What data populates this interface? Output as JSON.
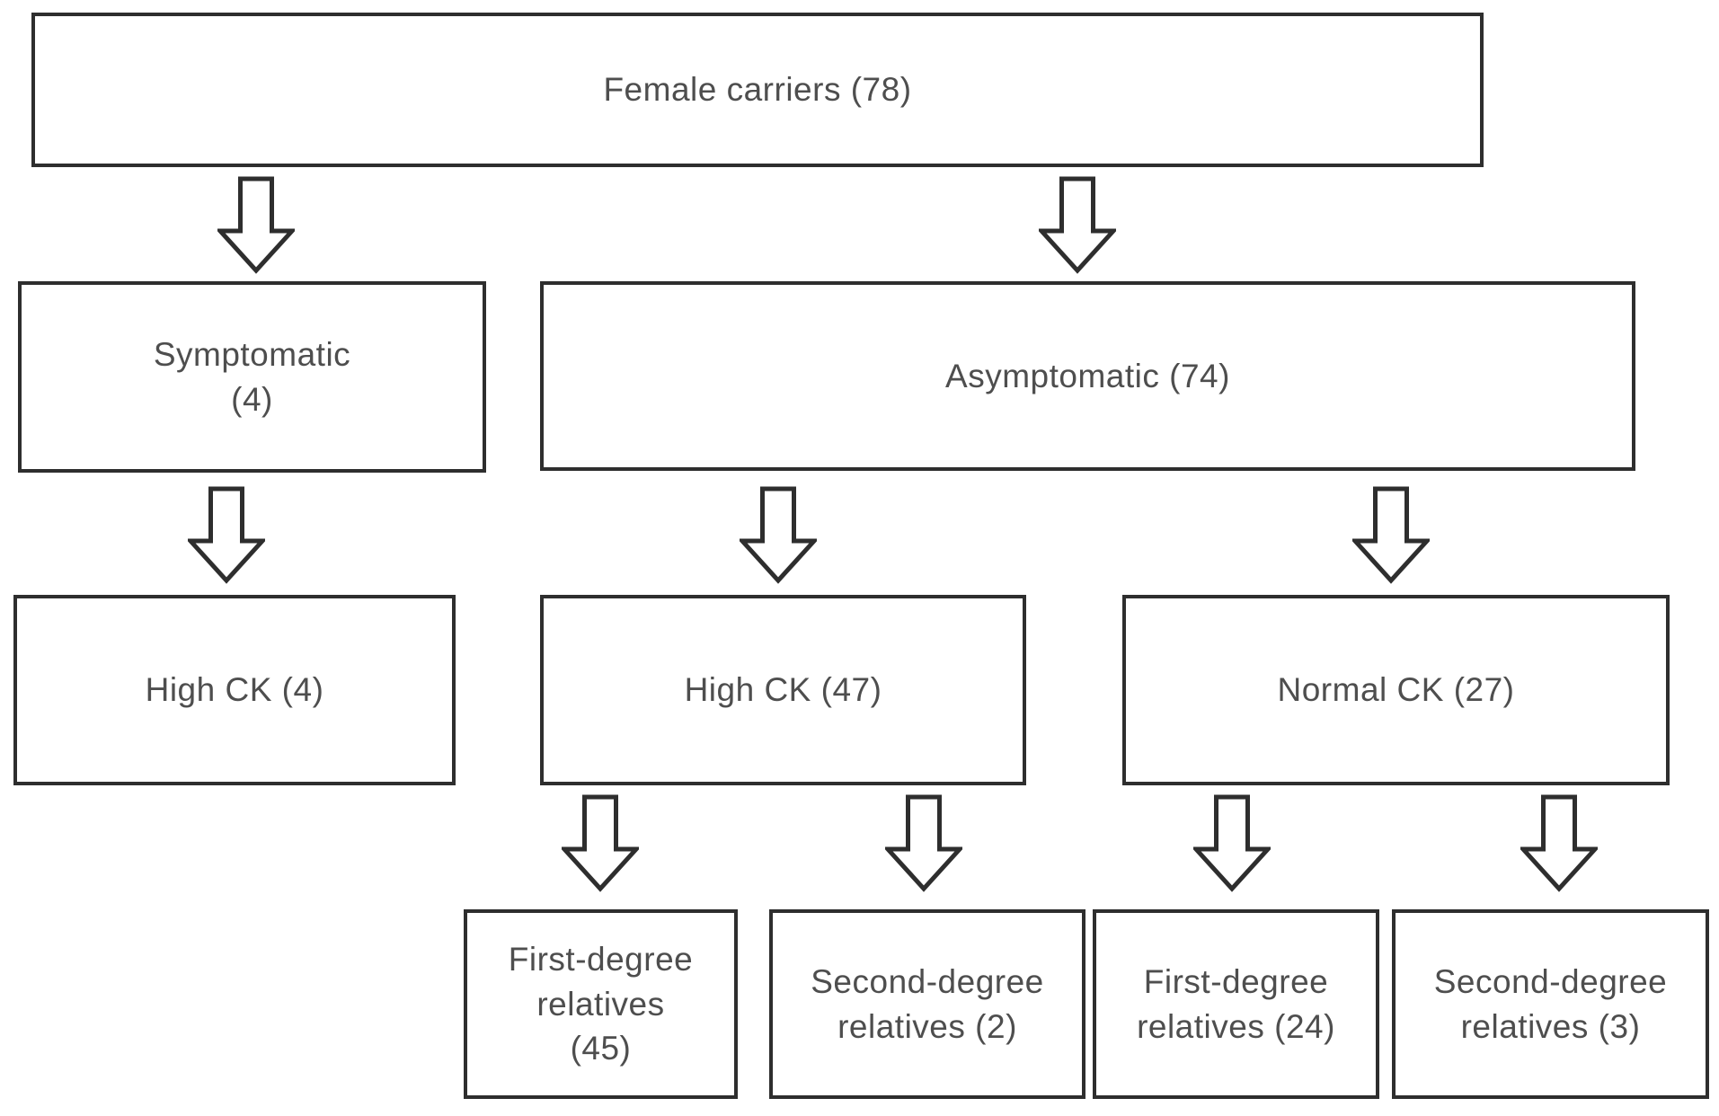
{
  "diagram": {
    "type": "flowchart",
    "background_color": "#ffffff",
    "line_color": "#2e2e2e",
    "text_color": "#4e4e4e"
  },
  "nodes": {
    "female_carriers": {
      "label": "Female carriers (78)",
      "count": 78
    },
    "symptomatic": {
      "label": "Symptomatic\n(4)",
      "count": 4
    },
    "asymptomatic": {
      "label": "Asymptomatic (74)",
      "count": 74
    },
    "high_ck_4": {
      "label": "High CK (4)",
      "count": 4
    },
    "high_ck_47": {
      "label": "High CK (47)",
      "count": 47
    },
    "normal_ck_27": {
      "label": "Normal CK (27)",
      "count": 27
    },
    "first_degree_relatives_45": {
      "label": "First-degree\nrelatives\n(45)",
      "count": 45
    },
    "second_degree_relatives_2": {
      "label": "Second-degree\nrelatives (2)",
      "count": 2
    },
    "first_degree_relatives_24": {
      "label": "First-degree\nrelatives (24)",
      "count": 24
    },
    "second_degree_relatives_3": {
      "label": "Second-degree\nrelatives (3)",
      "count": 3
    }
  },
  "edges": [
    {
      "from": "female_carriers",
      "to": "symptomatic"
    },
    {
      "from": "female_carriers",
      "to": "asymptomatic"
    },
    {
      "from": "symptomatic",
      "to": "high_ck_4"
    },
    {
      "from": "asymptomatic",
      "to": "high_ck_47"
    },
    {
      "from": "asymptomatic",
      "to": "normal_ck_27"
    },
    {
      "from": "high_ck_47",
      "to": "first_degree_relatives_45"
    },
    {
      "from": "high_ck_47",
      "to": "second_degree_relatives_2"
    },
    {
      "from": "normal_ck_27",
      "to": "first_degree_relatives_24"
    },
    {
      "from": "normal_ck_27",
      "to": "second_degree_relatives_3"
    }
  ]
}
